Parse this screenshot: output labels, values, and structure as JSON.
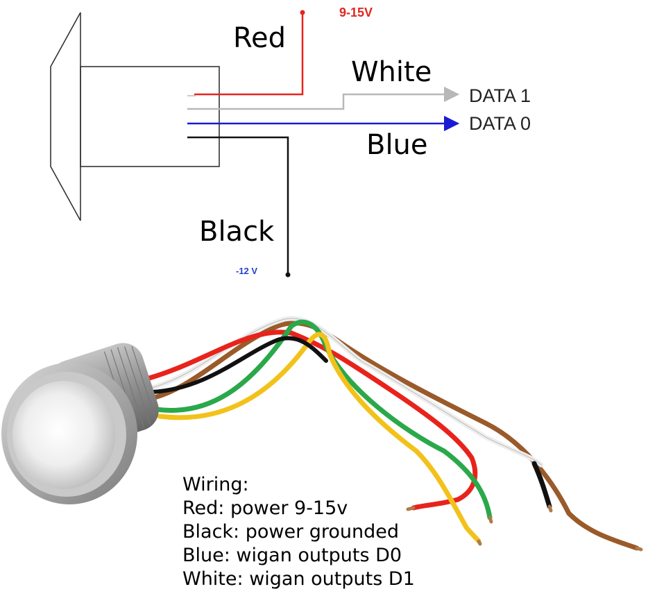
{
  "diagram": {
    "supply_voltage": "9-15V",
    "ground_voltage": "-12 V",
    "wire_labels": {
      "red": "Red",
      "white": "White",
      "blue": "Blue",
      "black": "Black"
    },
    "outputs": {
      "data1": "DATA 1",
      "data0": "DATA 0"
    }
  },
  "wiring_notes": {
    "heading": "Wiring:",
    "lines": [
      "Red: power 9-15v",
      "Black: power grounded",
      "Blue: wigan outputs D0",
      "White: wigan outputs D1"
    ]
  },
  "colors": {
    "red_wire": "#e8231c",
    "white_wire": "#b8b8b8",
    "blue_wire": "#1a1ad6",
    "black_wire": "#111111",
    "supply_text": "#e0261e",
    "ground_text": "#2244cc",
    "yellow_wire": "#f2c21b",
    "green_wire": "#2aa84a",
    "brown_wire": "#9a5a2a"
  }
}
